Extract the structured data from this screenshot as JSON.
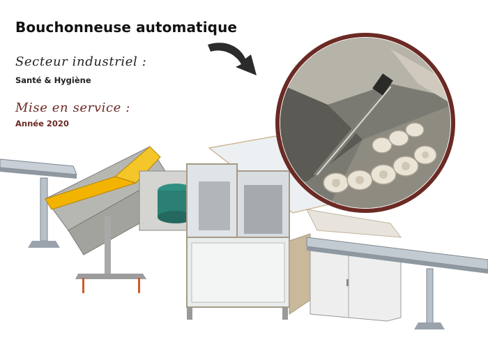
{
  "title": "Bouchonneuse automatique",
  "sector": {
    "label": "Secteur industriel :",
    "value": "Santé & Hygiène"
  },
  "service": {
    "label": "Mise en service :",
    "value": "Année 2020"
  },
  "colors": {
    "accent": "#6b2a24",
    "hopper_yellow": "#f2b400",
    "frame": "#b9b9b9"
  },
  "icons": {
    "arrow": "pointer-arrow-icon"
  }
}
